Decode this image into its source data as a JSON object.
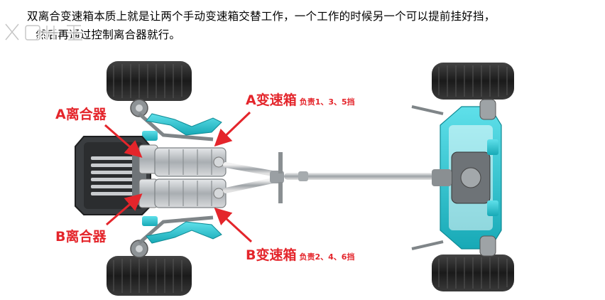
{
  "caption": {
    "line1": "双离合变速箱本质上就是让两个手动变速箱交替工作，一个工作的时候另一个可以提前挂好挡，",
    "line2": "然后再通过控制离合器就行。"
  },
  "watermark": {
    "text": "X车之家"
  },
  "labels": {
    "a_clutch": "A离合器",
    "b_clutch": "B离合器",
    "a_gearbox": "A变速箱",
    "a_gears": "负责1、3、5挡",
    "b_gearbox": "B变速箱",
    "b_gears": "负责2、4、6挡"
  },
  "colors": {
    "annotation": "#e4252b",
    "suspension": "#27c3cf",
    "metal": "#b8bcbf",
    "tire": "#262626"
  }
}
